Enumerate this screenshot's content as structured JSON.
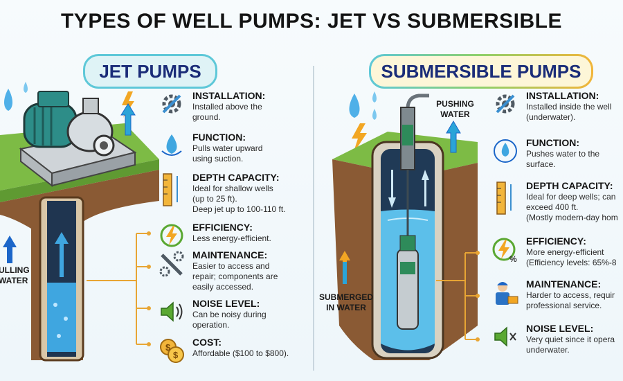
{
  "title": "TYPES OF WELL PUMPS: JET VS SUBMERSIBLE",
  "jet": {
    "heading": "JET PUMPS",
    "callout": "ULLING\nWATER",
    "items": [
      {
        "icon": "gear-wrench-icon",
        "title": "INSTALLATION:",
        "text": "Installed above the\nground."
      },
      {
        "icon": "water-drop-icon",
        "title": "FUNCTION:",
        "text": "Pulls water upward\nusing suction."
      },
      {
        "icon": "ruler-icon",
        "title": "DEPTH CAPACITY:",
        "text": "Ideal for shallow wells\n(up to 25 ft).\nDeep jet up to 100-110 ft."
      },
      {
        "icon": "lightning-icon",
        "title": "EFFICIENCY:",
        "text": "Less energy-efficient."
      },
      {
        "icon": "wrench-gear-icon",
        "title": "MAINTENANCE:",
        "text": "Easier to access and\nrepair; components are\neasily accessed."
      },
      {
        "icon": "speaker-icon",
        "title": "NOISE LEVEL:",
        "text": "Can be noisy during\noperation."
      },
      {
        "icon": "coins-icon",
        "title": "COST:",
        "text": "Affordable ($100 to $800)."
      }
    ]
  },
  "sub": {
    "heading": "SUBMERSIBLE PUMPS",
    "callout_top": "PUSHING\nWATER",
    "callout_bottom": "SUBMERGED\nIN WATER",
    "items": [
      {
        "icon": "gear-wrench-icon",
        "title": "INSTALLATION:",
        "text": "Installed inside the well\n(underwater)."
      },
      {
        "icon": "water-drop-icon",
        "title": "FUNCTION:",
        "text": "Pushes water to the\nsurface."
      },
      {
        "icon": "ruler-icon",
        "title": "DEPTH CAPACITY:",
        "text": "Ideal for deep wells; can\nexceed 400 ft.\n(Mostly modern-day hom"
      },
      {
        "icon": "lightning-percent-icon",
        "title": "EFFICIENCY:",
        "text": "More energy-efficient\n(Efficiency levels: 65%-8"
      },
      {
        "icon": "technician-icon",
        "title": "MAINTENANCE:",
        "text": "Harder to access, requir\nprofessional service."
      },
      {
        "icon": "speaker-mute-icon",
        "title": "NOISE LEVEL:",
        "text": "Very quiet since it opera\nunderwater."
      }
    ]
  }
}
